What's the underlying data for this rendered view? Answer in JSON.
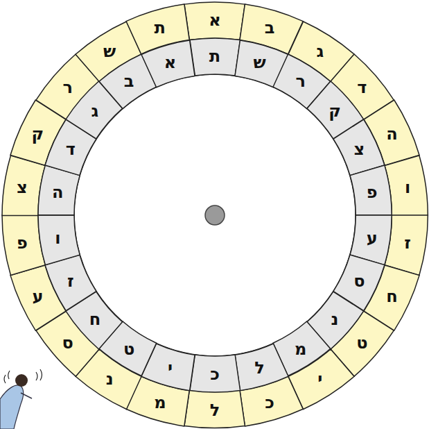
{
  "diagram": {
    "nodes": [
      {
        "text": [
          "א"
        ]
      },
      {
        "text": [
          "ב"
        ]
      },
      {
        "text": [
          "ג"
        ]
      },
      {
        "text": [
          "ד"
        ]
      },
      {
        "text": [
          "ה"
        ]
      },
      {
        "text": [
          "ו"
        ]
      },
      {
        "text": [
          "ז"
        ]
      },
      {
        "text": [
          "ח"
        ]
      },
      {
        "text": [
          "ט"
        ]
      },
      {
        "text": [
          "י"
        ]
      },
      {
        "text": [
          "כ"
        ]
      },
      {
        "text": [
          "ל"
        ]
      },
      {
        "text": [
          "מ"
        ]
      },
      {
        "text": [
          "נ"
        ]
      },
      {
        "text": [
          "ס"
        ]
      },
      {
        "text": [
          "ע"
        ]
      },
      {
        "text": [
          "פ"
        ]
      },
      {
        "text": [
          "צ"
        ]
      },
      {
        "text": [
          "ק"
        ]
      },
      {
        "text": [
          "ר"
        ]
      },
      {
        "text": [
          "ש"
        ]
      },
      {
        "text": [
          "ת"
        ]
      },
      {
        "text": [
          "ת"
        ]
      },
      {
        "text": [
          "ש"
        ]
      },
      {
        "text": [
          "ר"
        ]
      },
      {
        "text": [
          "ק"
        ]
      },
      {
        "text": [
          "צ"
        ]
      },
      {
        "text": [
          "פ"
        ]
      },
      {
        "text": [
          "ע"
        ]
      },
      {
        "text": [
          "ס"
        ]
      },
      {
        "text": [
          "נ"
        ]
      },
      {
        "text": [
          "מ"
        ]
      },
      {
        "text": [
          "ל"
        ]
      },
      {
        "text": [
          "כ"
        ]
      },
      {
        "text": [
          "י"
        ]
      },
      {
        "text": [
          "ט"
        ]
      },
      {
        "text": [
          "ח"
        ]
      },
      {
        "text": [
          "ז"
        ]
      },
      {
        "text": [
          "ו"
        ]
      },
      {
        "text": [
          "ה"
        ]
      },
      {
        "text": [
          "ד"
        ]
      },
      {
        "text": [
          "ג"
        ]
      },
      {
        "text": [
          "ב"
        ]
      },
      {
        "text": [
          "א"
        ]
      }
    ]
  }
}
